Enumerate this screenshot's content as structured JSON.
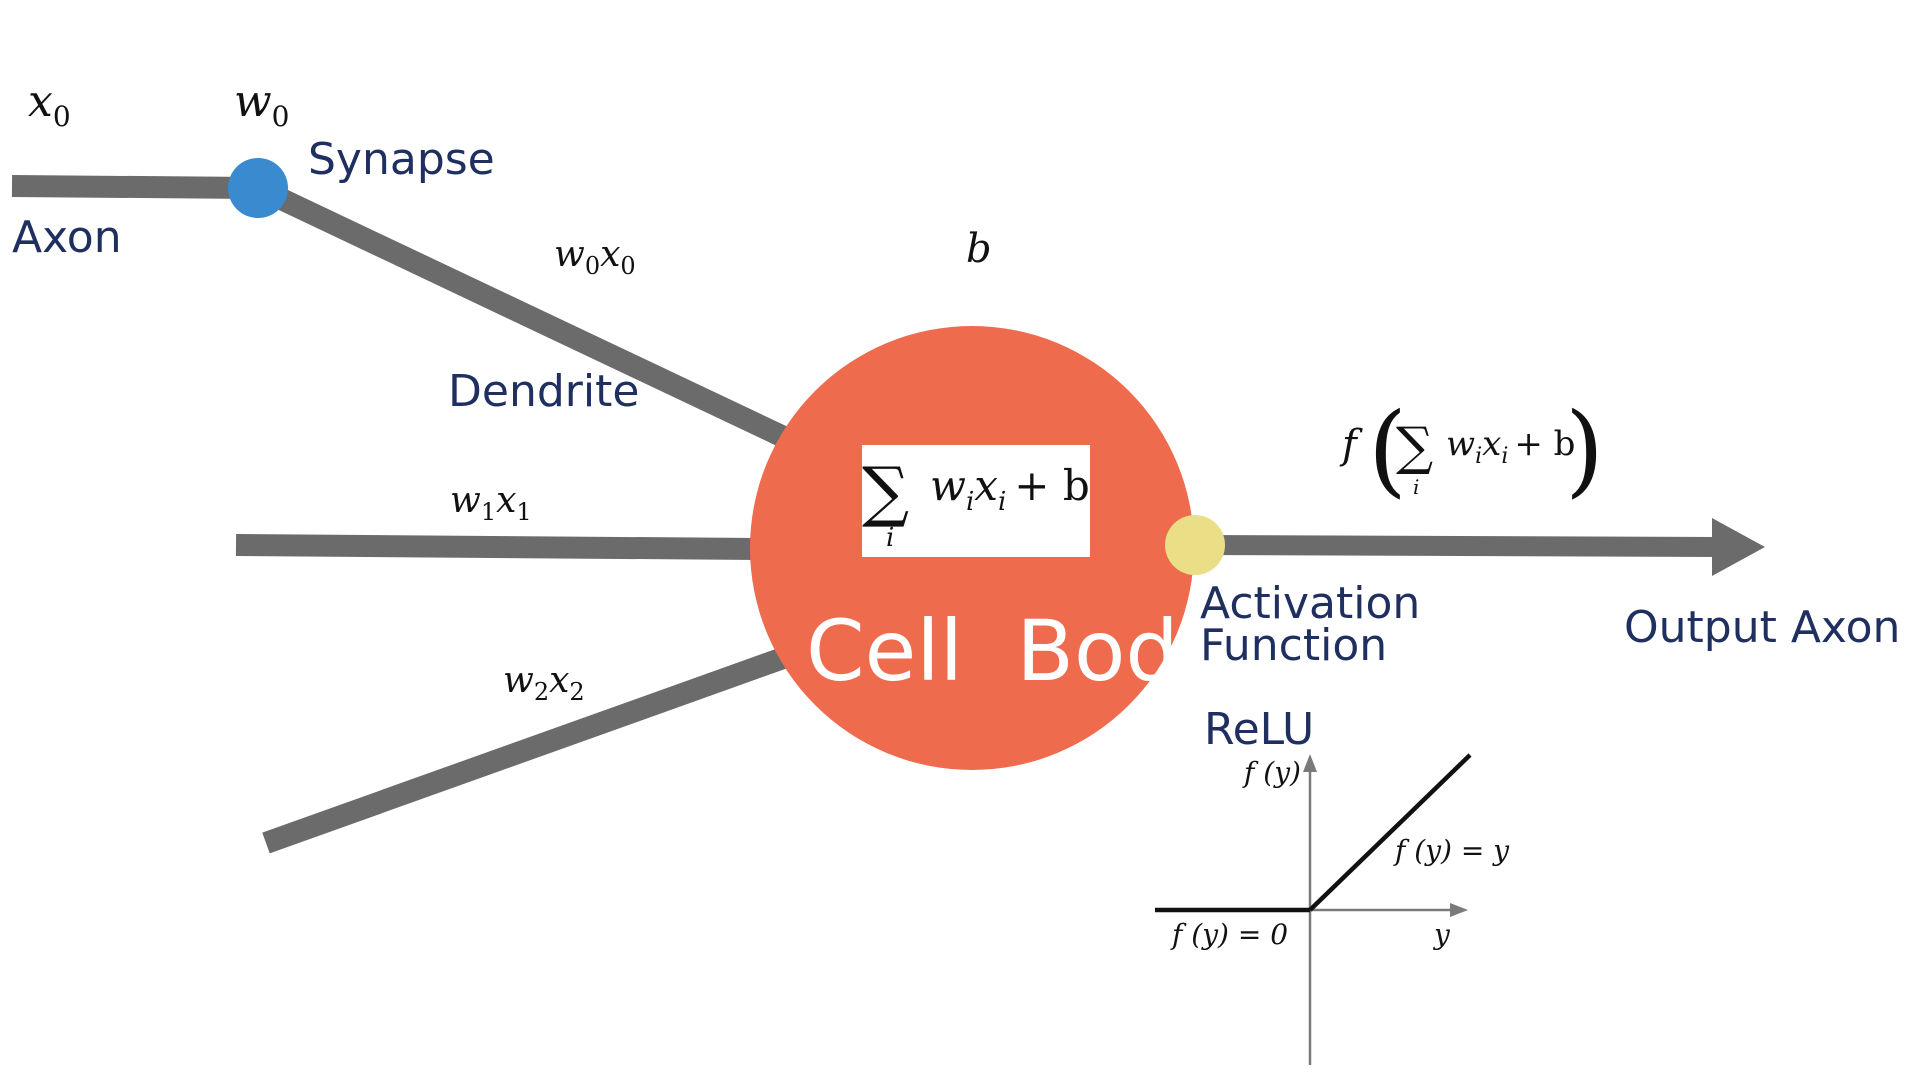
{
  "colors": {
    "wire": "#6b6b6b",
    "synapse": "#3a8ad0",
    "cell_body": "#ef6b4e",
    "activation_node": "#eadf86",
    "label_text": "#1f2f5f"
  },
  "labels": {
    "axon": "Axon",
    "synapse": "Synapse",
    "dendrite": "Dendrite",
    "cell_body": "Cell  Body",
    "activation_line1": "Activation",
    "activation_line2": "Function",
    "output_axon": "Output Axon",
    "relu": "ReLU"
  },
  "math": {
    "x0": "x",
    "x0_sub": "0",
    "w0": "w",
    "w0_sub": "0",
    "w0x0": {
      "w": "w",
      "ws": "0",
      "x": "x",
      "xs": "0"
    },
    "w1x1": {
      "w": "w",
      "ws": "1",
      "x": "x",
      "xs": "1"
    },
    "w2x2": {
      "w": "w",
      "ws": "2",
      "x": "x",
      "xs": "2"
    },
    "bias": "b",
    "sum_symbol": "∑",
    "sum_index": "i",
    "sum_body": {
      "w": "w",
      "ws": "i",
      "x": "x",
      "xs": "i",
      "plus_b": "+ b"
    },
    "output_f": "f",
    "output_open": "(",
    "output_close": ")"
  },
  "relu_chart": {
    "y_axis_label": "f (y)",
    "x_axis_label": "y",
    "positive_label": "f (y) = y",
    "negative_label": "f (y) = 0"
  }
}
